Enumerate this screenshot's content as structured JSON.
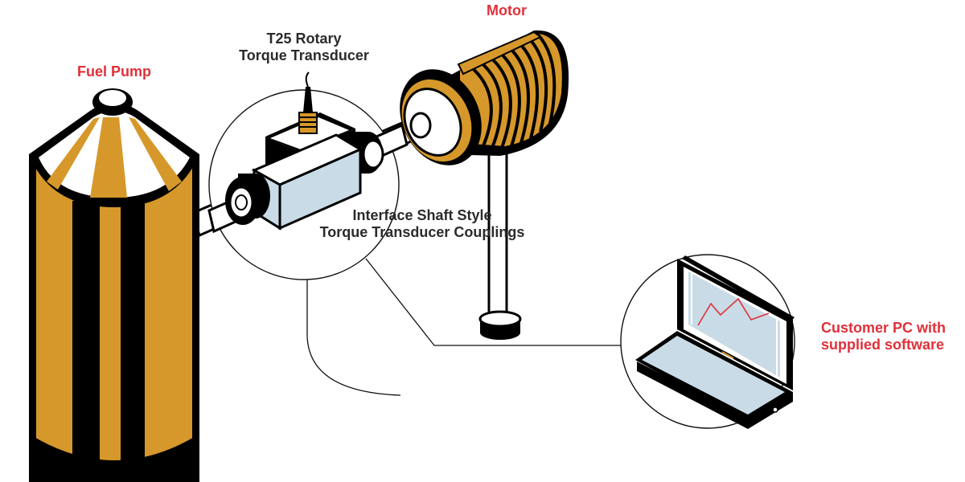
{
  "labels": {
    "motor": "Motor",
    "fuel_pump": "Fuel Pump",
    "transducer_line1": "T25 Rotary",
    "transducer_line2": "Torque Transducer",
    "couplings_line1": "Interface Shaft Style",
    "couplings_line2": "Torque Transducer Couplings",
    "pc_line1": "Customer PC with",
    "pc_line2": "supplied software"
  },
  "colors": {
    "callout_red": "#e0303a",
    "gold": "#d6982a",
    "black": "#000000",
    "light_blue": "#c9dbe6",
    "graph_red": "#e0303a"
  }
}
